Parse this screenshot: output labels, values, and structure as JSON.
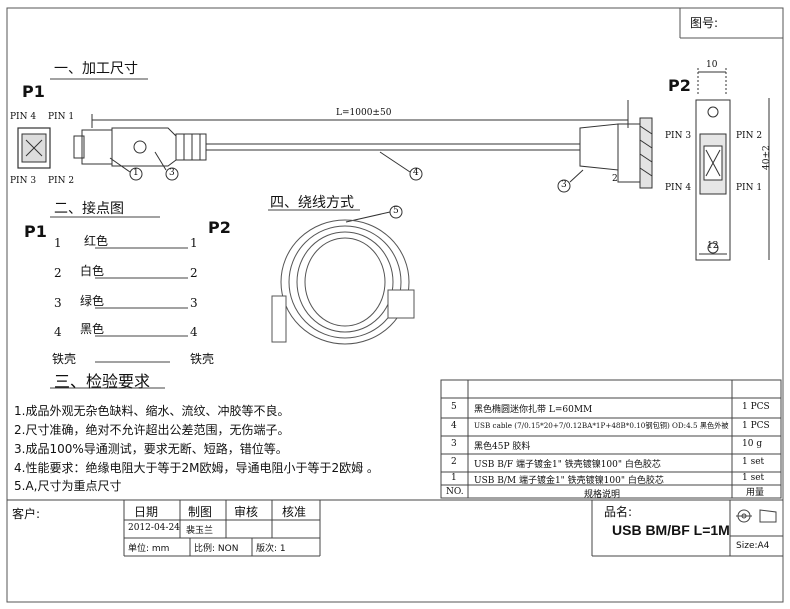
{
  "drawing_no_label": "图号:",
  "sections": {
    "dimensions": "一、加工尺寸",
    "pinout": "二、接点图",
    "winding": "四、绕线方式",
    "inspection": "三、检验要求"
  },
  "p1": "P1",
  "p2": "P2",
  "cable_length": "L=1000±50",
  "plug_pins": {
    "pin4": "PIN 4",
    "pin1": "PIN 1",
    "pin3": "PIN 3",
    "pin2": "PIN 2"
  },
  "socket_pins": {
    "pin3": "PIN 3",
    "pin2": "PIN 2",
    "pin4": "PIN 4",
    "pin1": "PIN 1"
  },
  "socket_dims": {
    "top": "10",
    "right": "40±2",
    "bottom": "12"
  },
  "callouts": {
    "c1": "1",
    "c2": "2",
    "c3": "3",
    "c4": "4",
    "c5": "5"
  },
  "pinout_rows": [
    {
      "left": "1",
      "color": "红色",
      "right": "1"
    },
    {
      "left": "2",
      "color": "白色",
      "right": "2"
    },
    {
      "left": "3",
      "color": "绿色",
      "right": "3"
    },
    {
      "left": "4",
      "color": "黑色",
      "right": "4"
    }
  ],
  "shell": {
    "left": "铁壳",
    "right": "铁壳"
  },
  "requirements": [
    "1.成品外观无杂色缺料、缩水、流纹、冲胶等不良。",
    "2.尺寸准确，绝对不允许超出公差范围，无伤端子。",
    "3.成品100%导通测试，要求无断、短路，错位等。",
    "4.性能要求：绝缘电阻大于等于2M欧姆，导通电阻小于等于2欧姆 。",
    "5.A,尺寸为重点尺寸"
  ],
  "bom": [
    {
      "no": "5",
      "desc": "黑色椭圆迷你扎带 L=60MM",
      "qty": "1 PCS"
    },
    {
      "no": "4",
      "desc": "USB cable (7/0.15*20+7/0.12BA*1P+48B*0.10钢包铜)  OD:4.5 黑色外被",
      "qty": "1 PCS"
    },
    {
      "no": "3",
      "desc": "黑色45P 胶料",
      "qty": "10 g"
    },
    {
      "no": "2",
      "desc": "USB B/F 端子镀金1\" 铁壳镀镍100\"  白色胶芯",
      "qty": "1 set"
    },
    {
      "no": "1",
      "desc": "USB B/M 端子镀金1\" 铁壳镀镍100\"  白色胶芯",
      "qty": "1 set"
    }
  ],
  "bom_header": {
    "no": "NO.",
    "desc": "规格说明",
    "qty": "用量"
  },
  "title_block": {
    "customer_label": "客户:",
    "date_label": "日期",
    "drawn_label": "制图",
    "review_label": "审核",
    "approve_label": "核准",
    "date_value": "2012-04-24",
    "drawn_value": "裴玉兰",
    "unit": "单位: mm",
    "scale": "比例: NON",
    "revision": "版次: 1",
    "part_name_label": "品名:",
    "part_name": "USB BM/BF L=1M",
    "size": "Size:A4"
  }
}
